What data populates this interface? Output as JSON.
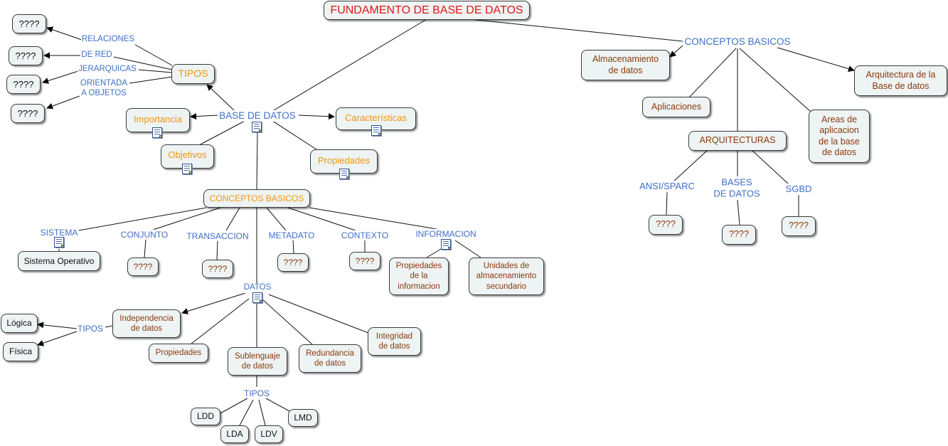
{
  "title": "FUNDAMENTO DE BASE DE DATOS",
  "colors": {
    "concept_text": "#8b3a0e",
    "link_text": "#3f6fc7",
    "highlight_text": "#f0960c",
    "title_text": "#e01818",
    "node_fill": "#eef3f3"
  },
  "left": {
    "base_de_datos": "BASE DE DATOS",
    "tipos": "TIPOS",
    "relaciones": "RELACIONES",
    "de_red": "DE RED",
    "jerarquicas": "JERARQUICAS",
    "orientada": "ORIENTADA\nA OBJETOS",
    "unknown": "????",
    "importancia": "Importancia",
    "objetivos": "Objetivos",
    "caracteristicas": "Características",
    "propiedades": "Propiedades",
    "conceptos_basicos": "CONCEPTOS BASICOS",
    "sistema": "SISTEMA",
    "sistema_operativo": "Sistema Operativo",
    "conjunto": "CONJUNTO",
    "transaccion": "TRANSACCION",
    "metadato": "METADATO",
    "contexto": "CONTEXTO",
    "informacion": "INFORMACION",
    "propiedades_informacion": "Propiedades\nde la\ninformacion",
    "unidades_almacenamiento": "Unidades de\nalmacenamiento\nsecundario",
    "datos": "DATOS",
    "independencia": "Independencia\nde datos",
    "tipos_datos": "TIPOS",
    "logica": "Lógica",
    "fisica": "Física",
    "propiedades_datos": "Propiedades",
    "sublenguaje": "Sublenguaje\nde datos",
    "redundancia": "Redundancia\nde datos",
    "integridad": "Integridad\nde datos",
    "tipos_lenguaje": "TIPOS",
    "ldd": "LDD",
    "lda": "LDA",
    "ldv": "LDV",
    "lmd": "LMD"
  },
  "right": {
    "conceptos_basicos": "CONCEPTOS BASICOS",
    "almacenamiento": "Almacenamiento\nde datos",
    "arquitectura_bd": "Arquitectura de la\nBase de datos",
    "aplicaciones": "Aplicaciones",
    "areas": "Areas de\naplicacion\nde la base\nde datos",
    "arquitecturas": "ARQUITECTURAS",
    "ansi": "ANSI/SPARC",
    "bases_de_datos": "BASES\nDE DATOS",
    "sgbd": "SGBD",
    "unknown": "????"
  }
}
